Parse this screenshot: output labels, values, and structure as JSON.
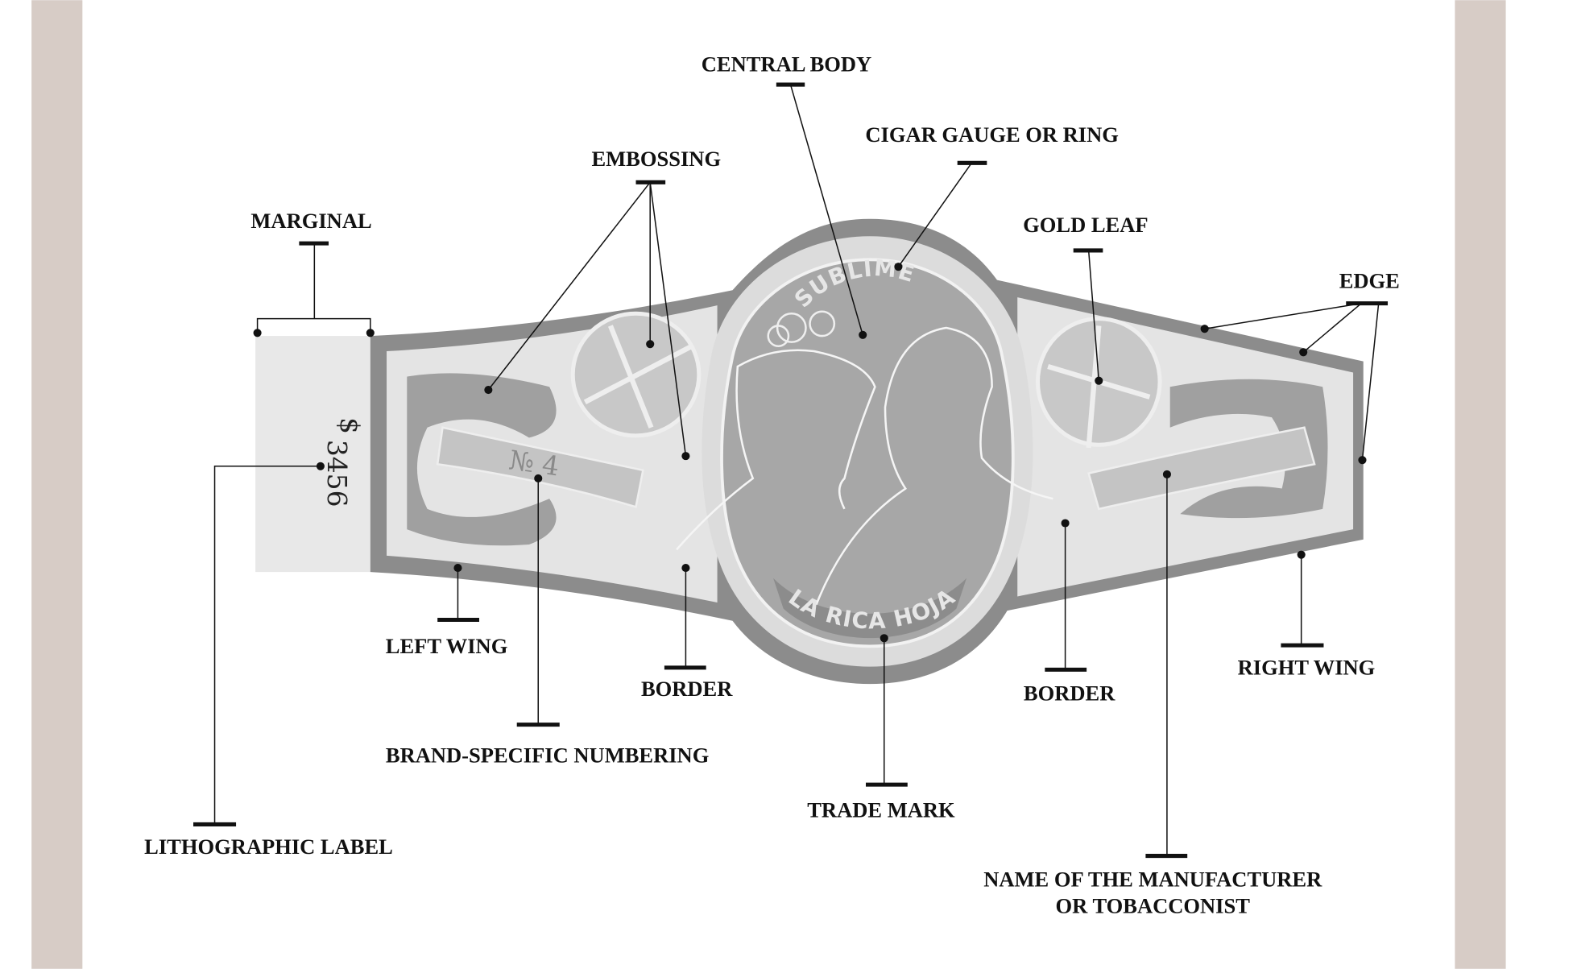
{
  "colors": {
    "side_bar": "#d7ccc6",
    "band_border": "#8c8c8c",
    "band_light": "#e4e4e4",
    "band_mid": "#a7a7a7",
    "label_text": "#111111"
  },
  "band": {
    "top_motto": "SUBLIME",
    "bottom_motto": "LA RICA HOJA",
    "numbering": "№ 4",
    "label_number": "3456",
    "label_symbol": "$"
  },
  "labels": {
    "central_body": "CENTRAL BODY",
    "cigar_gauge": "CIGAR GAUGE OR RING",
    "embossing": "EMBOSSING",
    "marginal": "MARGINAL",
    "gold_leaf": "GOLD LEAF",
    "edge": "EDGE",
    "left_wing": "LEFT WING",
    "brand_numbering": "BRAND-SPECIFIC NUMBERING",
    "border_left": "BORDER",
    "trade_mark": "TRADE MARK",
    "border_right": "BORDER",
    "right_wing": "RIGHT WING",
    "manufacturer_line1": "NAME OF THE MANUFACTURER",
    "manufacturer_line2": "OR TOBACCONIST",
    "lithographic_label": "LITHOGRAPHIC LABEL"
  }
}
